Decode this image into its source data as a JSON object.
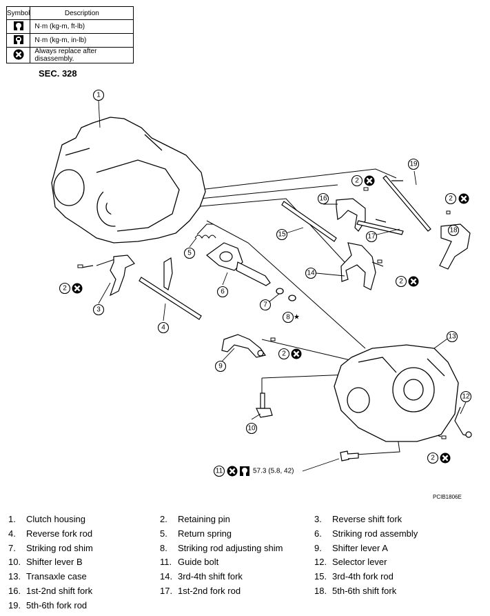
{
  "legend": {
    "header_symbol": "Symbol",
    "header_description": "Description",
    "rows": [
      {
        "icon": "torque-wrench-icon",
        "text": "N·m (kg-m, ft-lb)"
      },
      {
        "icon": "torque-wrench-small-icon",
        "text": "N·m (kg-m, in-lb)"
      },
      {
        "icon": "replace-x-icon",
        "text": "Always replace after disassembly."
      }
    ]
  },
  "section": "SEC. 328",
  "figure_code": "PCIB1806E",
  "torque_spec": "57.3 (5.8, 42)",
  "star": "★",
  "callouts": {
    "c1": "1",
    "c2a": "2",
    "c2b": "2",
    "c2c": "2",
    "c2d": "2",
    "c2e": "2",
    "c2f": "2",
    "c3": "3",
    "c4": "4",
    "c5": "5",
    "c6": "6",
    "c7": "7",
    "c8": "8",
    "c9": "9",
    "c10": "10",
    "c11": "11",
    "c12": "12",
    "c13": "13",
    "c14": "14",
    "c15": "15",
    "c16": "16",
    "c17": "17",
    "c18": "18",
    "c19": "19"
  },
  "parts": [
    {
      "num": "1.",
      "name": "Clutch housing"
    },
    {
      "num": "2.",
      "name": "Retaining pin"
    },
    {
      "num": "3.",
      "name": "Reverse shift fork"
    },
    {
      "num": "4.",
      "name": "Reverse fork rod"
    },
    {
      "num": "5.",
      "name": "Return spring"
    },
    {
      "num": "6.",
      "name": "Striking rod assembly"
    },
    {
      "num": "7.",
      "name": "Striking rod shim"
    },
    {
      "num": "8.",
      "name": "Striking rod adjusting shim"
    },
    {
      "num": "9.",
      "name": "Shifter lever A"
    },
    {
      "num": "10.",
      "name": "Shifter lever B"
    },
    {
      "num": "11.",
      "name": "Guide bolt"
    },
    {
      "num": "12.",
      "name": "Selector lever"
    },
    {
      "num": "13.",
      "name": "Transaxle case"
    },
    {
      "num": "14.",
      "name": "3rd-4th shift fork"
    },
    {
      "num": "15.",
      "name": "3rd-4th fork rod"
    },
    {
      "num": "16.",
      "name": "1st-2nd shift fork"
    },
    {
      "num": "17.",
      "name": "1st-2nd fork rod"
    },
    {
      "num": "18.",
      "name": "5th-6th shift fork"
    },
    {
      "num": "19.",
      "name": "5th-6th fork rod"
    }
  ]
}
